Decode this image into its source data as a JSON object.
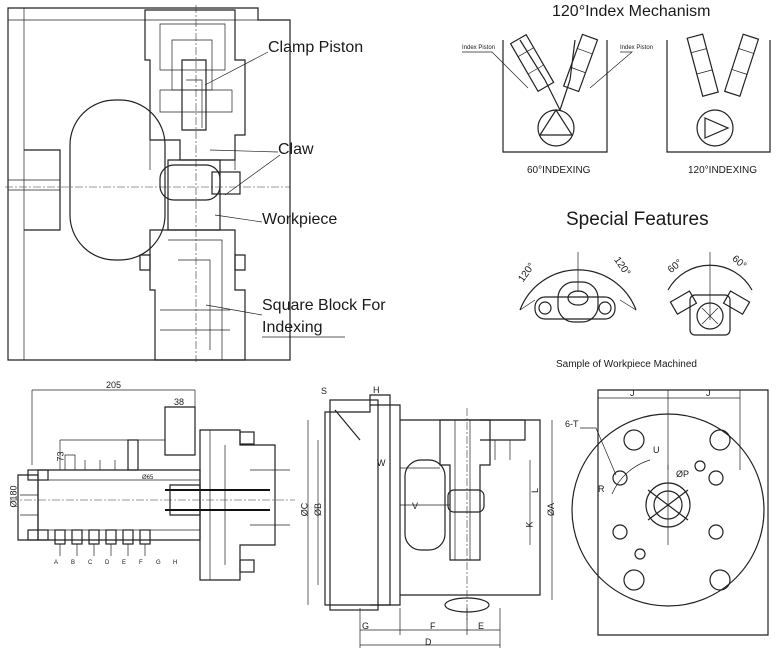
{
  "colors": {
    "line": "#222222",
    "background": "#ffffff"
  },
  "main_view": {
    "labels": {
      "clamp_piston": "Clamp Piston",
      "claw": "Claw",
      "workpiece": "Workpiece",
      "square_block_line1": "Square Block For",
      "square_block_line2": "Indexing"
    }
  },
  "index_mechanism": {
    "title": "120°Index Mechanism",
    "index_piston_left": "Index Piston",
    "index_piston_right": "Index Piston",
    "caption_60": "60°INDEXING",
    "caption_120": "120°INDEXING"
  },
  "special_features": {
    "title": "Special Features",
    "angle_120_left": "120°",
    "angle_120_right": "120°",
    "angle_60_left": "60°",
    "angle_60_right": "60°",
    "caption": "Sample of Workpiece Machined"
  },
  "side_view": {
    "dim_205": "205",
    "dim_38": "38",
    "dim_73": "73",
    "dim_180": "Ø180",
    "dim_65": "Ø65",
    "ports": [
      "A",
      "B",
      "C",
      "D",
      "E",
      "F",
      "G",
      "H"
    ]
  },
  "front_view": {
    "dims": {
      "S": "S",
      "H": "H",
      "W": "W",
      "V": "V",
      "C": "ØC",
      "B": "ØB",
      "A": "ØA",
      "K": "K",
      "L": "L",
      "G": "G",
      "F": "F",
      "E": "E",
      "D": "D"
    }
  },
  "top_view": {
    "dims": {
      "J_left": "J",
      "J_right": "J",
      "T": "6-T",
      "U": "U",
      "P": "ØP",
      "R": "R"
    }
  }
}
